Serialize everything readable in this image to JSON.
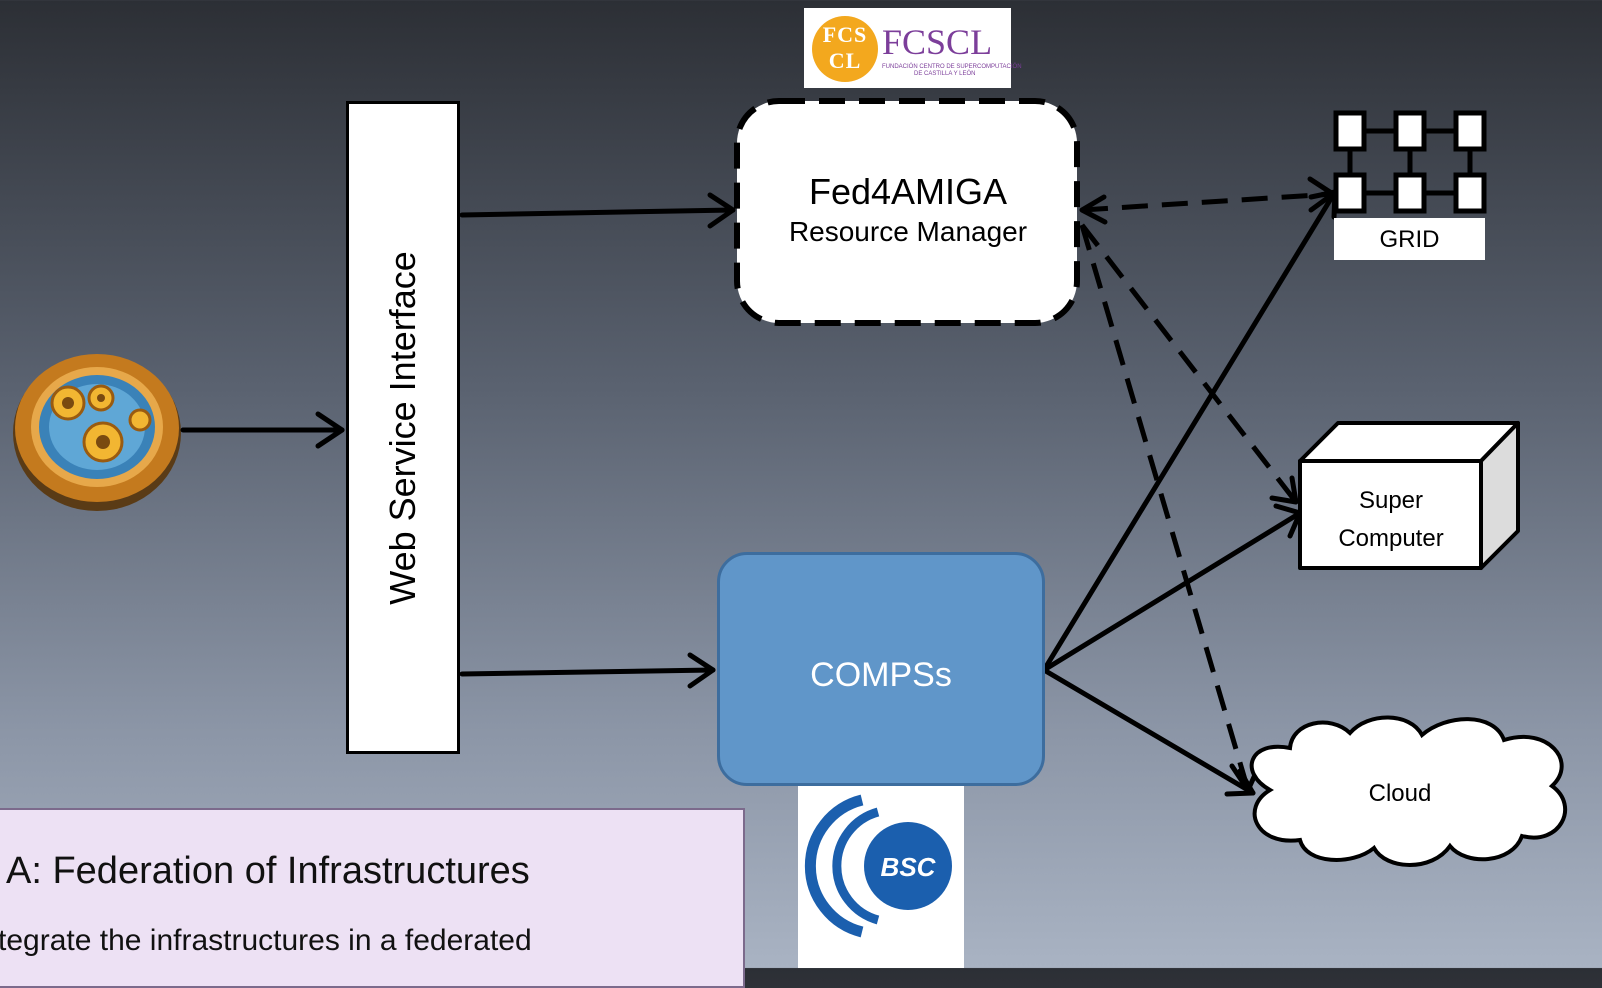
{
  "nodes": {
    "web_service": "Web Service Interface",
    "fed_title": "Fed4AMIGA",
    "fed_subtitle": "Resource Manager",
    "compss": "COMPSs",
    "grid": "GRID",
    "supercomputer_line1": "Super",
    "supercomputer_line2": "Computer",
    "cloud": "Cloud"
  },
  "logos": {
    "fcscl_text": "FCSCL",
    "fcscl_badge": "FCS CL",
    "fcscl_caption_line1": "FUNDACIÓN CENTRO DE SUPERCOMPUTACIÓN",
    "fcscl_caption_line2": "DE CASTILLA Y LEÓN",
    "bsc_text": "BSC"
  },
  "info_box": {
    "title": "A: Federation of Infrastructures",
    "text": "tegrate the infrastructures in a federated"
  },
  "icons": [
    "gears-icon",
    "fcscl-logo",
    "bsc-logo",
    "grid-icon",
    "server-icon",
    "cloud-icon"
  ],
  "edges": [
    {
      "from": "gears-icon",
      "to": "Web Service Interface",
      "style": "solid"
    },
    {
      "from": "Web Service Interface",
      "to": "Fed4AMIGA",
      "style": "solid"
    },
    {
      "from": "Web Service Interface",
      "to": "COMPSs",
      "style": "solid"
    },
    {
      "from": "Fed4AMIGA",
      "to": "GRID",
      "style": "dashed",
      "direction": "both"
    },
    {
      "from": "Fed4AMIGA",
      "to": "Super Computer",
      "style": "dashed"
    },
    {
      "from": "Fed4AMIGA",
      "to": "Cloud",
      "style": "dashed"
    },
    {
      "from": "COMPSs",
      "to": "GRID",
      "style": "solid"
    },
    {
      "from": "COMPSs",
      "to": "Super Computer",
      "style": "solid"
    },
    {
      "from": "COMPSs",
      "to": "Cloud",
      "style": "solid"
    }
  ]
}
